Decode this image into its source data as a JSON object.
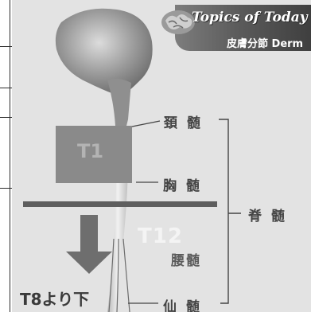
{
  "banner": {
    "title": "Topics of Today",
    "subtitle": "皮膚分節 Derm"
  },
  "labels": {
    "cervical": "頚 髄",
    "thoracic": "胸 髄",
    "spinal_cord": "脊 髄",
    "lumbar": "腰髄",
    "sacral": "仙 髄"
  },
  "markers": {
    "t1": "T1",
    "t12": "T12",
    "below_t8": "T8より下"
  },
  "colors": {
    "background": "#e3e3e3",
    "marker_box": "#8a8a8a",
    "divider": "#5e5e5e",
    "arrow": "#6e6e6e"
  }
}
